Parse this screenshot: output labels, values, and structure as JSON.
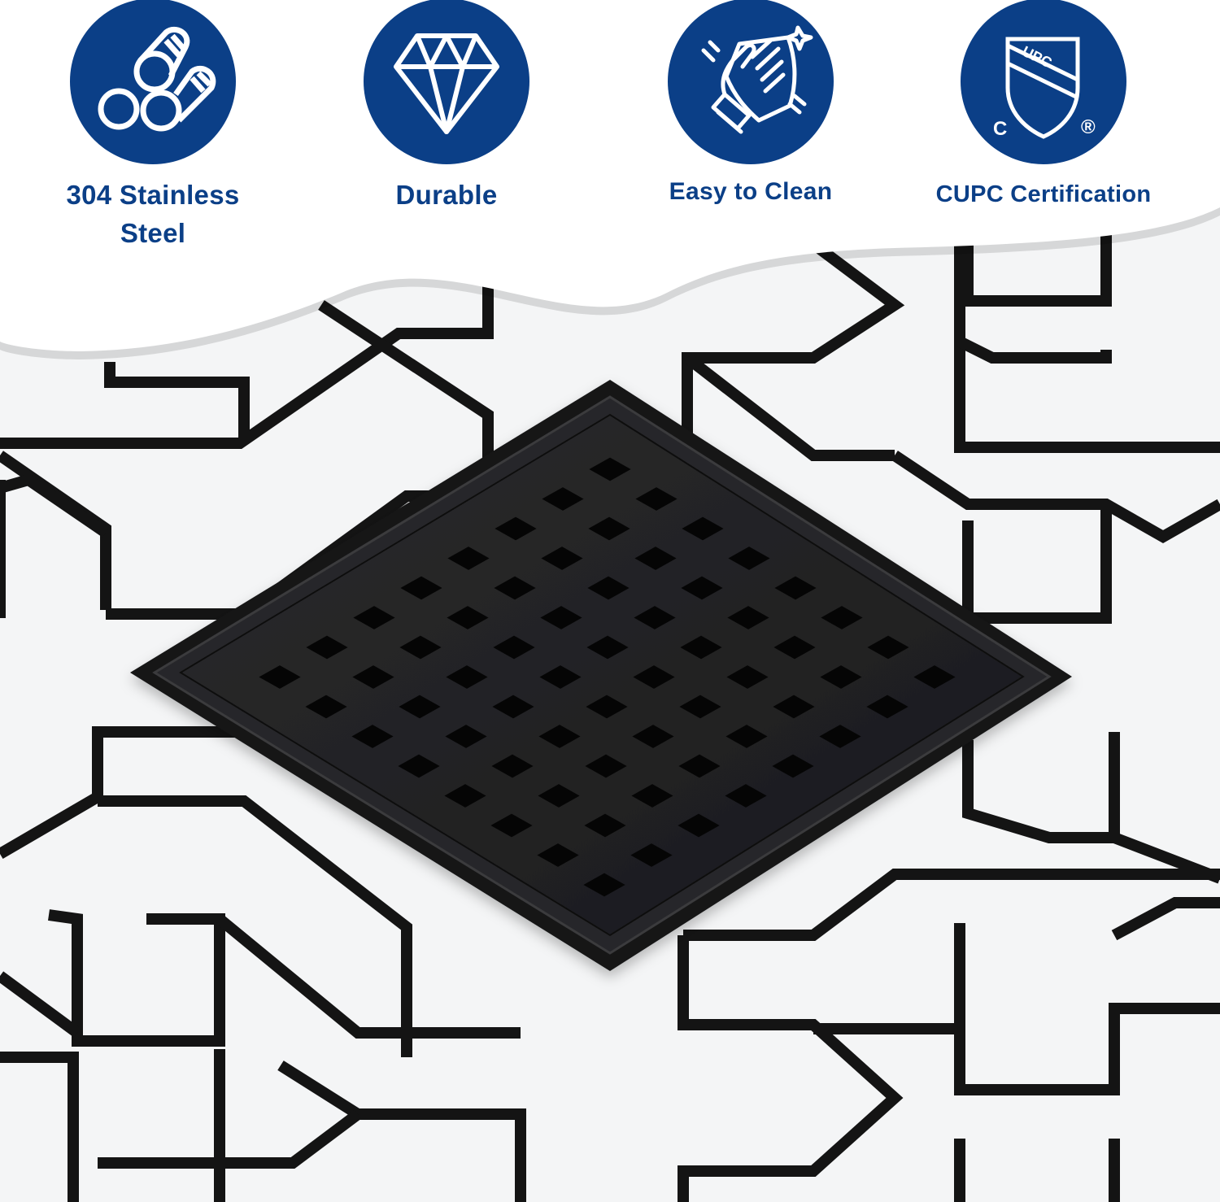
{
  "features": [
    {
      "label_line1": "304 Stainless",
      "label_line2": "Steel",
      "icon": "pipes-icon"
    },
    {
      "label_line1": "Durable",
      "label_line2": "",
      "icon": "diamond-icon"
    },
    {
      "label_line1": "Easy to Clean",
      "label_line2": "",
      "icon": "cleaning-hand-icon"
    },
    {
      "label_line1": "CUPC Certification",
      "label_line2": "",
      "icon": "cupc-shield-icon"
    }
  ],
  "cupc_badge": {
    "shield_text": "UPC",
    "left_mark": "C",
    "right_mark": "®"
  },
  "colors": {
    "brand_blue": "#0b3f87",
    "drain_black": "#1c1c1e",
    "tile_white": "#f4f5f6",
    "grout": "#141414"
  },
  "product": {
    "name": "square shower drain",
    "grate_pattern": "square holes grid",
    "finish": "matte black"
  }
}
